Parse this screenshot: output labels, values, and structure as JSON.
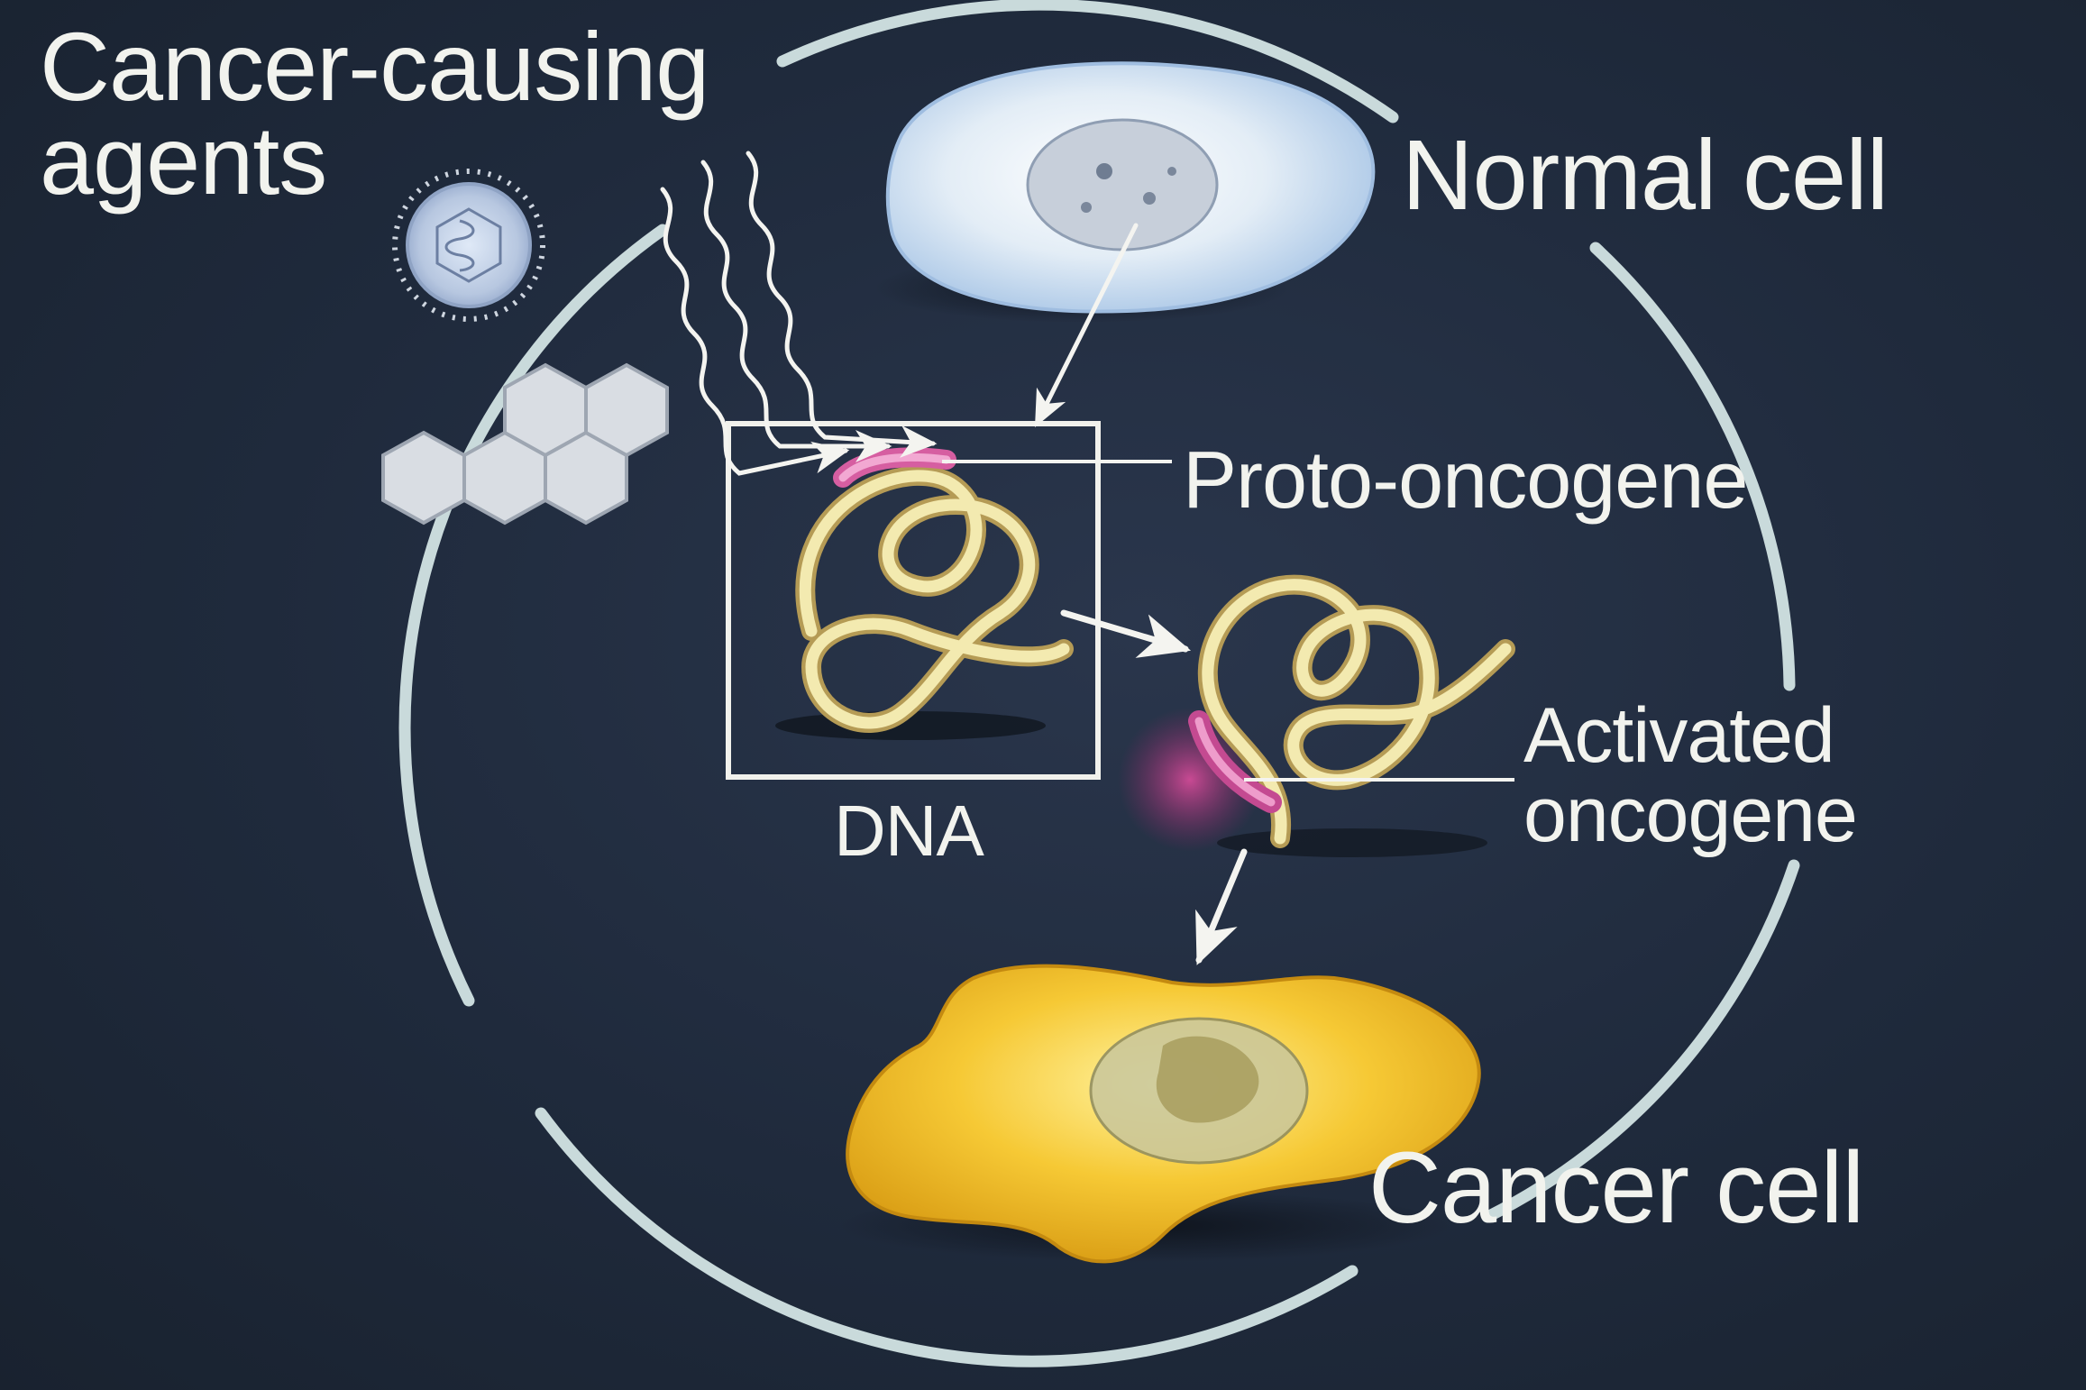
{
  "labels": {
    "agents_line1": "Cancer-causing",
    "agents_line2": "agents",
    "normal_cell": "Normal cell",
    "proto_oncogene": "Proto-oncogene",
    "dna": "DNA",
    "activated_line1": "Activated",
    "activated_line2": "oncogene",
    "cancer_cell": "Cancer cell"
  },
  "colors": {
    "background": "#1f2a3c",
    "cycle_ring": "#c9dadb",
    "dna_strand": "#f1e7a4",
    "oncogene_highlight": "#e87ab8",
    "normal_cell": "#dfeaf3",
    "cancer_cell": "#f3c430",
    "label_text": "#f2f3ee"
  },
  "icons": [
    "virus-icon",
    "chemical-ring-icon",
    "radiation-waves-icon"
  ]
}
